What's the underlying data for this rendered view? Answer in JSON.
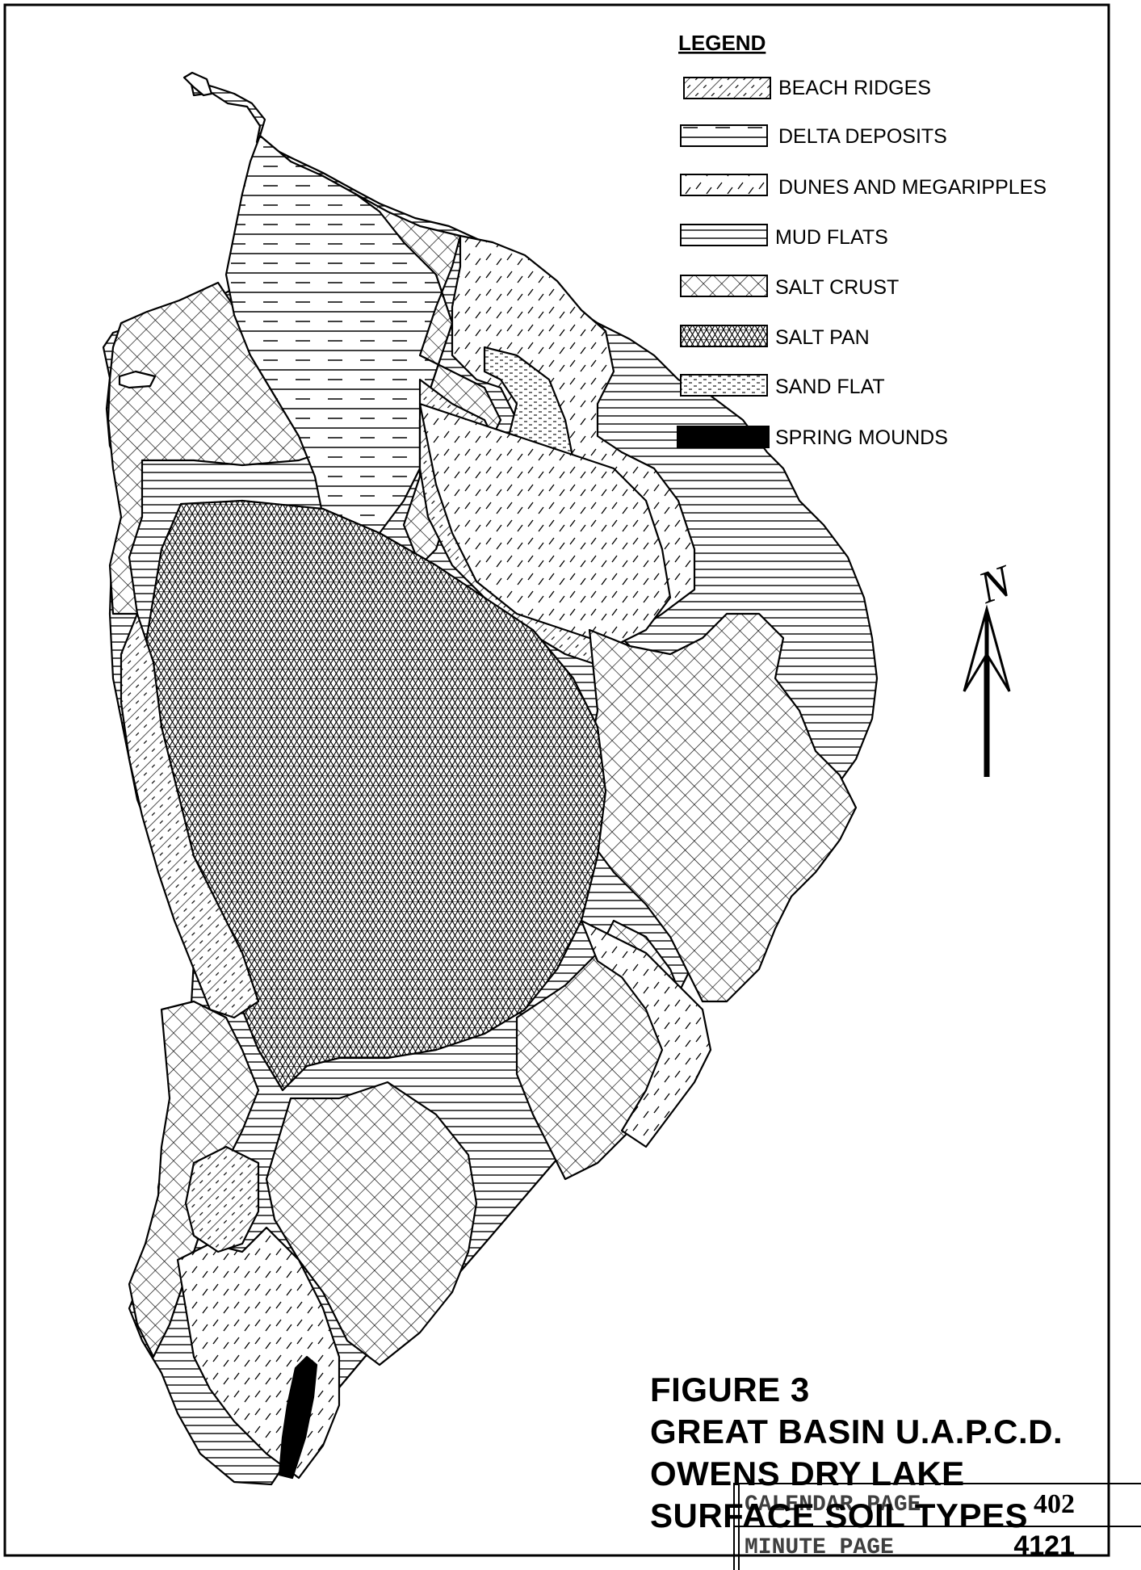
{
  "legend": {
    "title": "LEGEND",
    "items": [
      {
        "label": "BEACH RIDGES",
        "pattern": "beach-ridges"
      },
      {
        "label": "DELTA DEPOSITS",
        "pattern": "delta-deposits"
      },
      {
        "label": "DUNES AND MEGARIPPLES",
        "pattern": "dunes"
      },
      {
        "label": "MUD FLATS",
        "pattern": "mud-flats"
      },
      {
        "label": "SALT CRUST",
        "pattern": "salt-crust"
      },
      {
        "label": "SALT PAN",
        "pattern": "salt-pan"
      },
      {
        "label": "SAND FLAT",
        "pattern": "sand-flat"
      },
      {
        "label": "SPRING MOUNDS",
        "pattern": "spring-mounds"
      }
    ]
  },
  "north_arrow": {
    "symbol": "N"
  },
  "caption": {
    "line1": "FIGURE 3",
    "line2": "GREAT BASIN U.A.P.C.D.",
    "line3": "OWENS DRY LAKE",
    "line4": "SURFACE SOIL TYPES"
  },
  "stamp": {
    "row1_label": "CALENDAR PAGE",
    "row1_value": "402",
    "row2_label": "MINUTE PAGE",
    "row2_value": "4121"
  }
}
